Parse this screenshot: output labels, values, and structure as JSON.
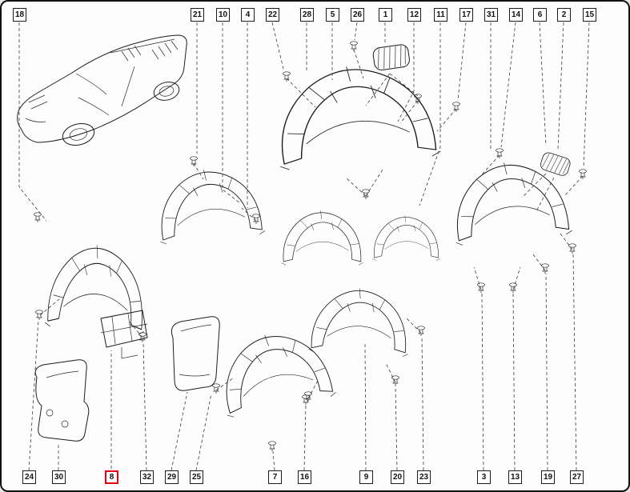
{
  "diagram": {
    "highlight_color": "#e60012",
    "line_color": "#1c1c1c",
    "background": "#fdfdfd"
  },
  "callouts": {
    "top": [
      "18",
      "21",
      "10",
      "4",
      "22",
      "28",
      "5",
      "26",
      "1",
      "12",
      "11",
      "17",
      "31",
      "14",
      "6",
      "2",
      "15"
    ],
    "bottom": [
      "24",
      "30",
      "8",
      "32",
      "29",
      "25",
      "7",
      "16",
      "9",
      "20",
      "23",
      "3",
      "13",
      "19",
      "27"
    ]
  },
  "highlighted_callout": "8"
}
